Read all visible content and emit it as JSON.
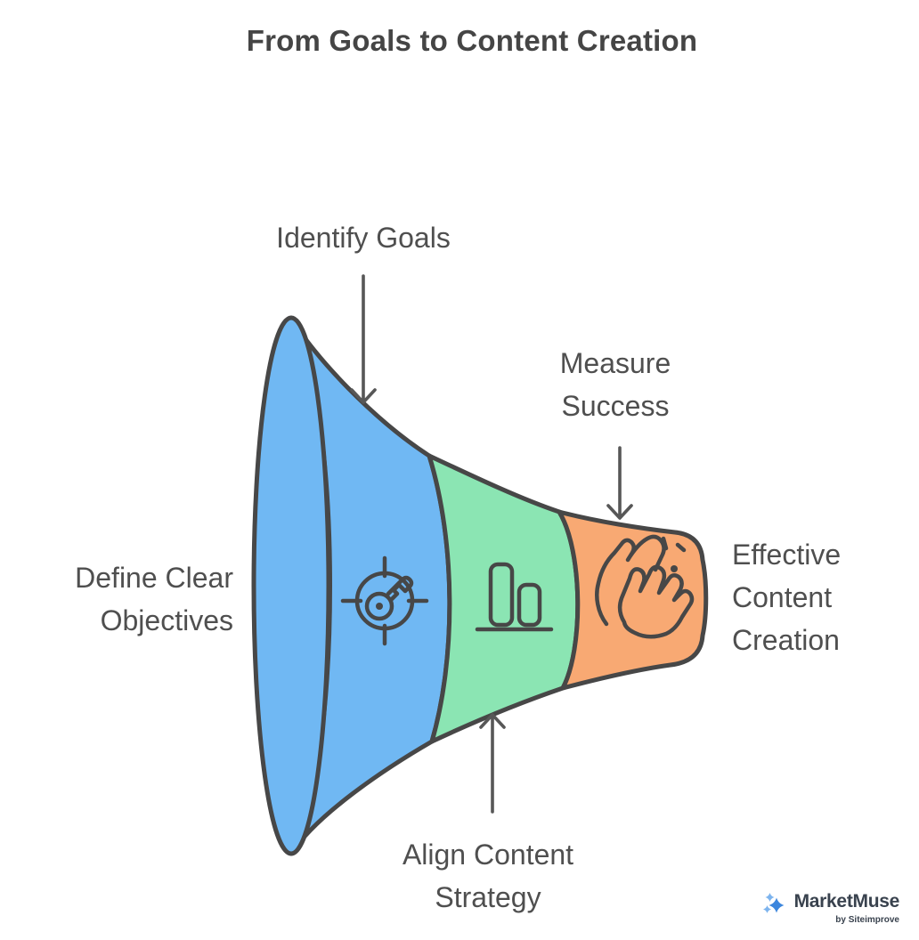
{
  "title": "From Goals to Content Creation",
  "diagram": {
    "type": "horizontal-funnel",
    "stages": [
      {
        "step": "Identify Goals",
        "outcome": "Define Clear Objectives",
        "icon": "target-key-icon",
        "color": "#70b8f3"
      },
      {
        "step": "Align Content Strategy",
        "icon": "bar-chart-icon",
        "color": "#8be5b3"
      },
      {
        "step": "Measure Success",
        "outcome": "Effective Content Creation",
        "icon": "clapping-hands-icon",
        "color": "#f8a973"
      }
    ]
  },
  "labels": {
    "identify_goals": "Identify Goals",
    "measure_success_1": "Measure",
    "measure_success_2": "Success",
    "define_clear_1": "Define Clear",
    "define_clear_2": "Objectives",
    "align_content_1": "Align Content",
    "align_content_2": "Strategy",
    "effective_1": "Effective",
    "effective_2": "Content",
    "effective_3": "Creation"
  },
  "colors": {
    "blue": "#70b8f3",
    "green": "#8be5b3",
    "orange": "#f8a973",
    "outline": "#474747",
    "label_text": "#4f4f4f",
    "title_text": "#454545",
    "arrow": "#575757",
    "logo_text": "#39424e",
    "star_dark": "#3c86dd",
    "star_light": "#7db4ee"
  },
  "logo": {
    "brand": "MarketMuse",
    "byline": "by Siteimprove"
  }
}
